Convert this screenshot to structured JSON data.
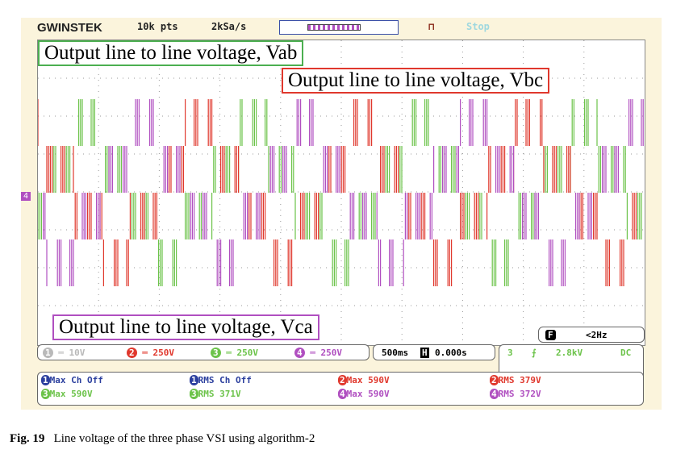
{
  "header": {
    "brand": "GWINSTEK",
    "points": "10k pts",
    "sample_rate": "2kSa/s",
    "run_state": "Stop"
  },
  "labels": {
    "vab": "Output line to line voltage, Vab",
    "vbc": "Output line to line voltage, Vbc",
    "vca": "Output line to line voltage, Vca"
  },
  "channels": [
    {
      "num": "1",
      "scale": "10V",
      "color": "#b9b9b9"
    },
    {
      "num": "2",
      "scale": "250V",
      "color": "#e0382d"
    },
    {
      "num": "3",
      "scale": "250V",
      "color": "#6cc34a"
    },
    {
      "num": "4",
      "scale": "250V",
      "color": "#b04fc0"
    }
  ],
  "marker": "4",
  "timebase": {
    "div": "500ms",
    "h_label": "H",
    "delay": "0.000s"
  },
  "trigger": {
    "source": "3",
    "edge": "rising",
    "level": "2.8kV",
    "coupling": "DC",
    "freq_label": "F",
    "freq": "<2Hz"
  },
  "measurements": [
    {
      "ch": "1",
      "text": "Max Ch Off",
      "color": "#2b3f9e"
    },
    {
      "ch": "1",
      "text": "RMS Ch Off",
      "color": "#2b3f9e"
    },
    {
      "ch": "2",
      "text": "Max 590V",
      "color": "#e0382d"
    },
    {
      "ch": "2",
      "text": "RMS 379V",
      "color": "#e0382d"
    },
    {
      "ch": "3",
      "text": "Max 590V",
      "color": "#6cc34a"
    },
    {
      "ch": "3",
      "text": "RMS 371V",
      "color": "#6cc34a"
    },
    {
      "ch": "4",
      "text": "Max 590V",
      "color": "#b04fc0"
    },
    {
      "ch": "4",
      "text": "RMS 372V",
      "color": "#b04fc0"
    }
  ],
  "caption": {
    "label": "Fig. 19",
    "text": "Line voltage of the three phase VSI using algorithm-2"
  }
}
